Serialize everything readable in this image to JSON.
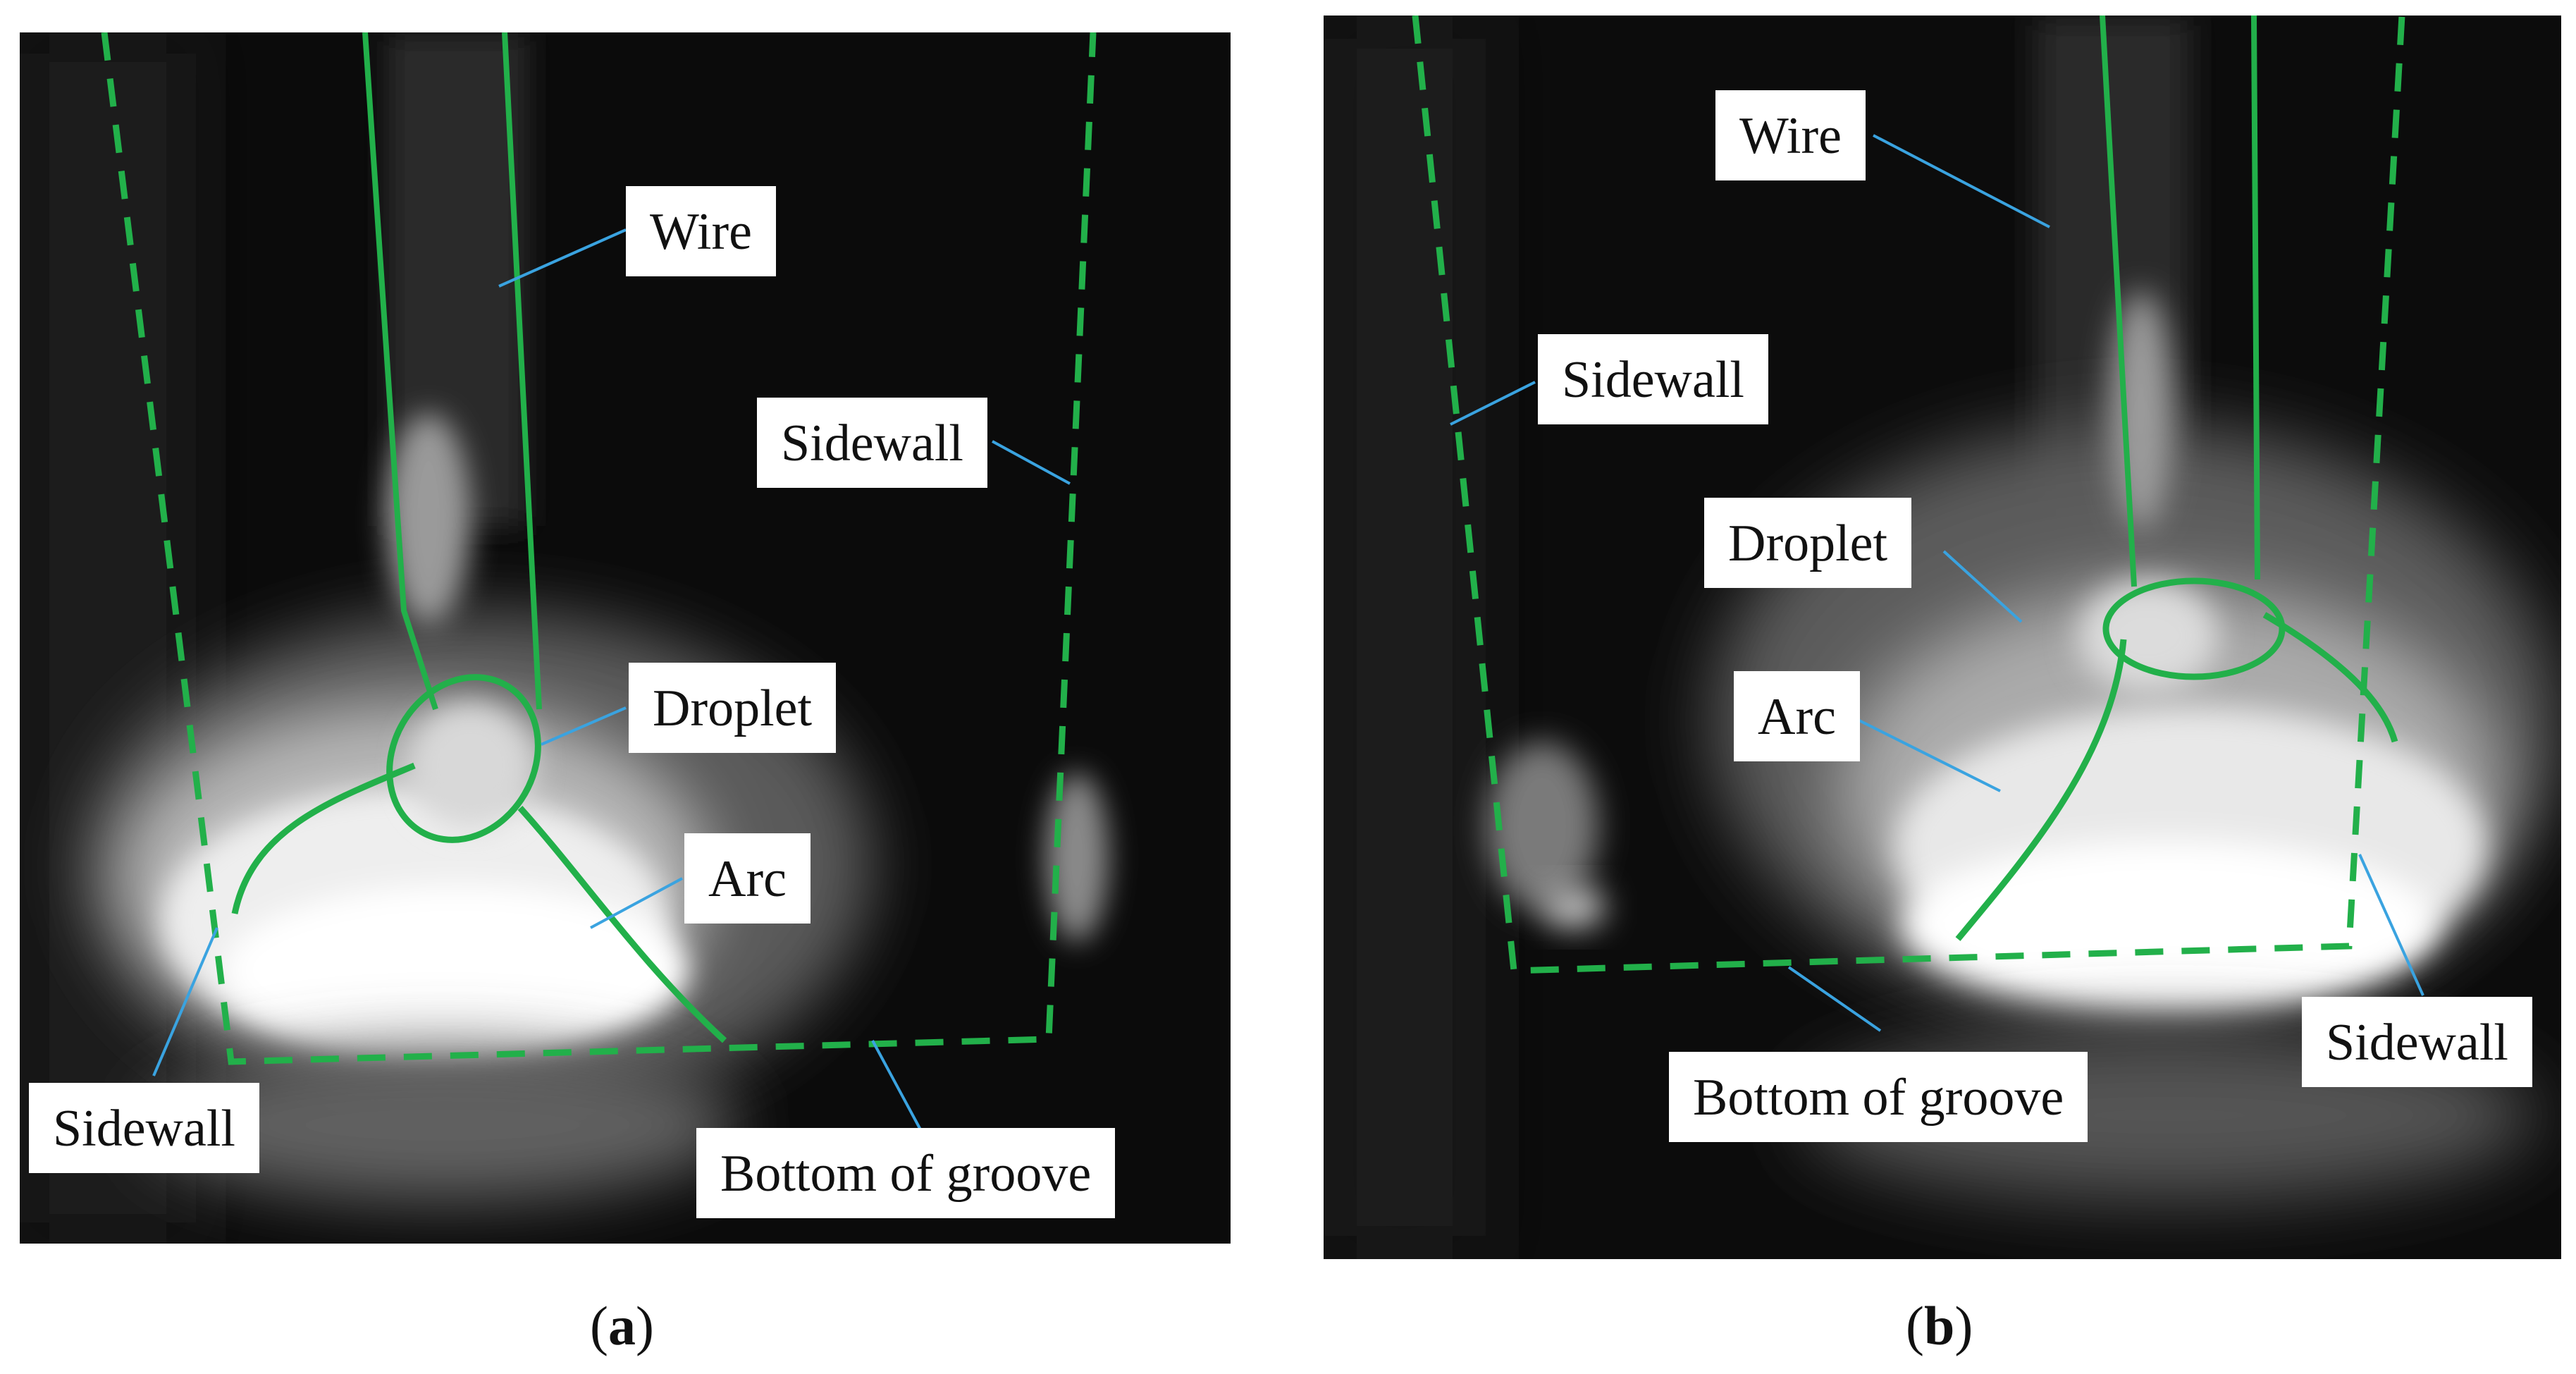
{
  "panels": [
    {
      "caption_open": "(",
      "caption_letter": "a",
      "caption_close": ")",
      "labels": {
        "wire": "Wire",
        "sidewall_right": "Sidewall",
        "droplet": "Droplet",
        "arc": "Arc",
        "sidewall_left": "Sidewall",
        "bottom": "Bottom of groove"
      }
    },
    {
      "caption_open": "(",
      "caption_letter": "b",
      "caption_close": ")",
      "labels": {
        "wire": "Wire",
        "sidewall_left": "Sidewall",
        "droplet": "Droplet",
        "arc": "Arc",
        "sidewall_right": "Sidewall",
        "bottom": "Bottom of groove"
      }
    }
  ],
  "colors": {
    "outline": "#22b04a",
    "leader": "#3aa3e0",
    "label_bg": "#ffffff"
  }
}
